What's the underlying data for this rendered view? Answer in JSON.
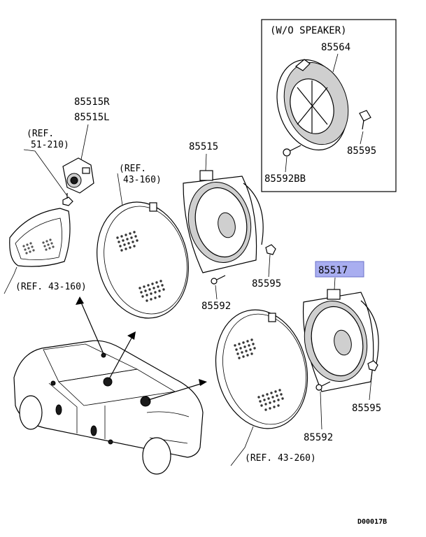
{
  "title_box": "(W/O SPEAKER)",
  "parts": {
    "p85564": "85564",
    "p85595_top": "85595",
    "p85592bb": "85592BB",
    "p85515r": "85515R",
    "p85515l": "85515L",
    "p85515": "85515",
    "p85595_mid": "85595",
    "p85592_mid": "85592",
    "p85517": "85517",
    "p85595_low": "85595",
    "p85592_low": "85592"
  },
  "refs": {
    "ref_51_210_line1": "(REF.",
    "ref_51_210_line2": "51-210)",
    "ref_43_160_grille_line1": "(REF.",
    "ref_43_160_grille_line2": "43-160)",
    "ref_43_160_left": "(REF. 43-160)",
    "ref_43_260": "(REF. 43-260)"
  },
  "diagram_id": "D00017B",
  "colors": {
    "highlight": "#a9aef0",
    "line": "#000000",
    "background": "#ffffff"
  }
}
